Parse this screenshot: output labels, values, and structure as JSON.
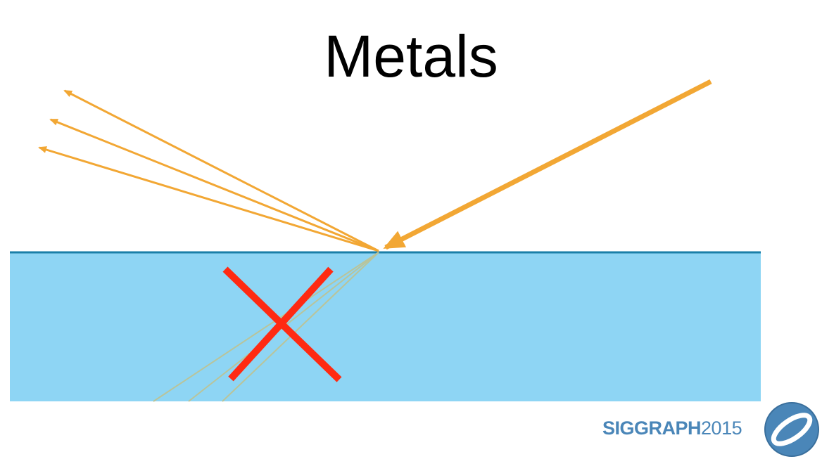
{
  "slide": {
    "title": "Metals"
  },
  "footer": {
    "brand_name": "SIGGRAPH",
    "brand_year": "2015",
    "logo_icon": "siggraph-logo-icon"
  },
  "colors": {
    "background": "#ffffff",
    "material_fill": "#8ed5f4",
    "material_surface_line": "#1a7fa8",
    "light_ray": "#f2a734",
    "refracted_ray": "#b9c49a",
    "cross_mark": "#ff2a12",
    "brand_text": "#4a86b8"
  }
}
